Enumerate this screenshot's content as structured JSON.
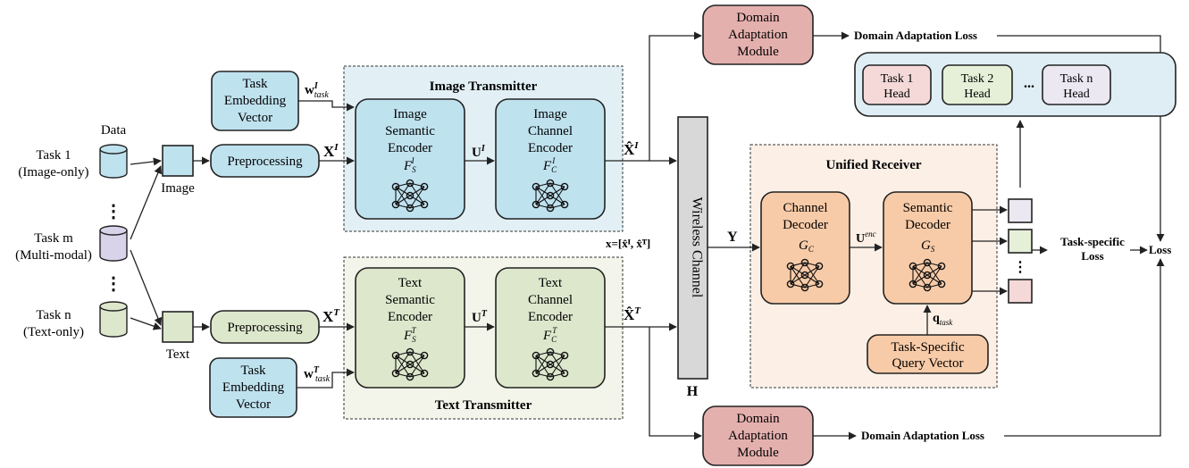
{
  "colors": {
    "blue": "#bfe2ef",
    "green": "#dde7cc",
    "orange": "#f8cba8",
    "red": "#e4b0ae",
    "purple": "#d9d3ea",
    "pink": "#f4d9d8",
    "light_green": "#e6f0d8",
    "lavender": "#ece8f2",
    "image_panel": "#e2f0f6",
    "text_panel": "#f3f5ea",
    "receiver_panel": "#fcf0e6",
    "head_panel": "#dfeef5",
    "channel": "#d8d8d8"
  },
  "data": {
    "label": "Data",
    "tasks": [
      {
        "name": "Task 1",
        "modality": "(Image-only)"
      },
      {
        "name": "Task m",
        "modality": "(Multi-modal)"
      },
      {
        "name": "Task n",
        "modality": "(Text-only)"
      }
    ],
    "dots": "⋮"
  },
  "image_path": {
    "input_label": "Image",
    "embedding": [
      "Task",
      "Embedding",
      "Vector"
    ],
    "w_label": "w",
    "w_sup": "I",
    "w_sub": "task",
    "preprocessing": "Preprocessing",
    "x_label": "X",
    "x_sup": "I",
    "transmitter_title": "Image Transmitter",
    "semantic_encoder": [
      "Image",
      "Semantic",
      "Encoder"
    ],
    "semantic_symbol": "F",
    "semantic_sub": "S",
    "semantic_sup": "I",
    "u_label": "U",
    "u_sup": "I",
    "channel_encoder": [
      "Image",
      "Channel",
      "Encoder"
    ],
    "channel_symbol": "F",
    "channel_sub": "C",
    "channel_sup": "I",
    "xhat_label": "X̂",
    "xhat_sup": "I"
  },
  "text_path": {
    "input_label": "Text",
    "embedding": [
      "Task",
      "Embedding",
      "Vector"
    ],
    "w_label": "w",
    "w_sup": "T",
    "w_sub": "task",
    "preprocessing": "Preprocessing",
    "x_label": "X",
    "x_sup": "T",
    "transmitter_title": "Text Transmitter",
    "semantic_encoder": [
      "Text",
      "Semantic",
      "Encoder"
    ],
    "semantic_symbol": "F",
    "semantic_sub": "S",
    "semantic_sup": "T",
    "u_label": "U",
    "u_sup": "T",
    "channel_encoder": [
      "Text",
      "Channel",
      "Encoder"
    ],
    "channel_symbol": "F",
    "channel_sub": "C",
    "channel_sup": "T",
    "xhat_label": "X̂",
    "xhat_sup": "T"
  },
  "concat_label": "x=[x̂ᴵ, x̂ᵀ]",
  "channel": {
    "label": "Wireless Channel",
    "h_label": "H",
    "y_label": "Y"
  },
  "domain_adaptation": {
    "module": [
      "Domain",
      "Adaptation",
      "Module"
    ],
    "loss": "Domain Adaptation Loss"
  },
  "receiver": {
    "title": "Unified Receiver",
    "channel_decoder": [
      "Channel",
      "Decoder"
    ],
    "channel_decoder_symbol": "G",
    "channel_decoder_sub": "C",
    "u_enc_label": "U",
    "u_enc_sup": "enc",
    "semantic_decoder": [
      "Semantic",
      "Decoder"
    ],
    "semantic_decoder_symbol": "G",
    "semantic_decoder_sub": "S",
    "q_label": "q",
    "q_sub": "task",
    "query_vector": [
      "Task-Specific",
      "Query Vector"
    ],
    "output_dots": "⋮"
  },
  "heads": {
    "items": [
      [
        "Task 1",
        "Head"
      ],
      [
        "Task 2",
        "Head"
      ],
      [
        "Task n",
        "Head"
      ]
    ],
    "dots": "..."
  },
  "losses": {
    "task_specific": [
      "Task-specific",
      "Loss"
    ],
    "total": "Loss"
  }
}
